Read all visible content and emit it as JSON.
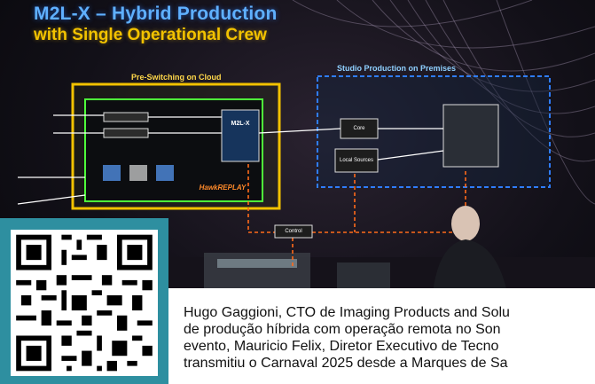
{
  "slide": {
    "title": "M2L-X – Hybrid Production",
    "subtitle": "with Single Operational Crew",
    "cloud_section_label": "Pre-Switching on Cloud",
    "premises_section_label": "Studio Production on Premises",
    "replay_label": "HawkREPLAY",
    "control_label": "Control",
    "m2lx_label": "M2L-X",
    "core_label": "Core",
    "local_sources_label": "Local Sources",
    "colors": {
      "cloud_frame": "#f2c200",
      "premises_frame": "#2f7dff",
      "control_lines": "#ff6a1a",
      "title": "#5fb0ff"
    }
  },
  "qr": {
    "icon": "qr-code-icon"
  },
  "caption": {
    "line1": "Hugo Gaggioni, CTO de Imaging Products and Solu",
    "line2": "de produção híbrida com operação remota no Son",
    "line3": "evento, Mauricio Felix, Diretor Executivo de Tecno",
    "line4": "transmitiu o Carnaval 2025 desde a Marques de Sa"
  }
}
